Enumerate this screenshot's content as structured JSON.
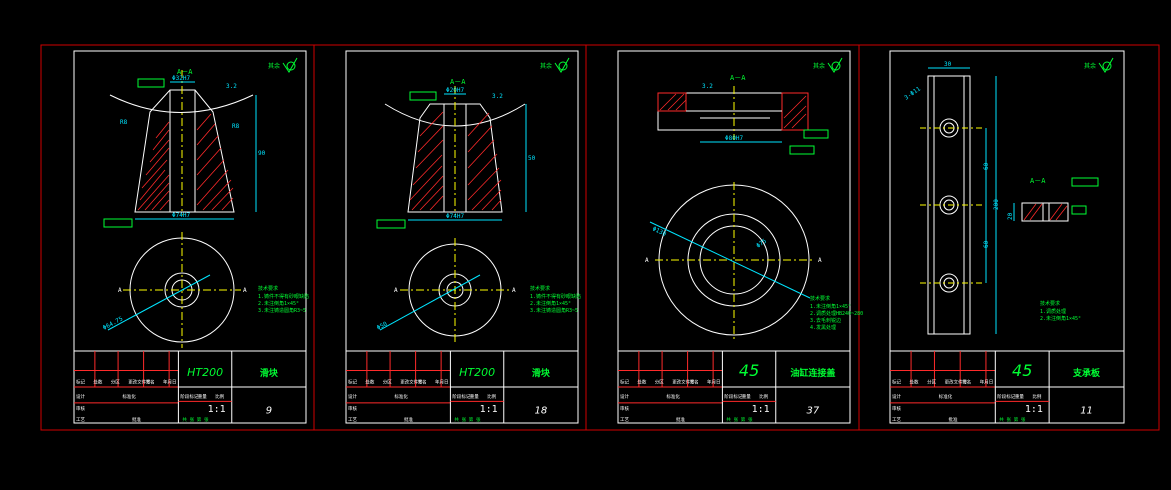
{
  "sheets": [
    {
      "material": "HT200",
      "part_name": "滑块",
      "number": "9",
      "scale": "1:1",
      "section_label": "A－A",
      "dims": {
        "top_width": "Φ32H7",
        "bottom_width": "Φ74H7",
        "height": "90",
        "r1": "R8",
        "r2": "R8",
        "rough": "3.2",
        "circle": "Φ64.75"
      },
      "note_title": "技术要求",
      "notes": [
        "1.铸件不得有砂眼缺陷",
        "2.未注倒角1×45°",
        "3.未注铸造圆角R3~5"
      ]
    },
    {
      "material": "HT200",
      "part_name": "滑块",
      "number": "18",
      "scale": "1:1",
      "section_label": "A－A",
      "dims": {
        "top_width": "Φ20H7",
        "bottom_width": "Φ74H7",
        "height": "50",
        "rough": "3.2",
        "circle": "Φ50"
      },
      "note_title": "技术要求",
      "notes": [
        "1.铸件不得有砂眼缺陷",
        "2.未注倒角1×45°",
        "3.未注铸造圆角R3~5"
      ]
    },
    {
      "material": "45",
      "part_name": "油缸连接盖",
      "number": "37",
      "scale": "1:1",
      "section_label": "A－A",
      "dims": {
        "outer": "Φ130",
        "inner": "Φ75",
        "bore": "Φ80H7",
        "rough": "3.2"
      },
      "note_title": "技术要求",
      "notes": [
        "1.未注倒角1×45°",
        "2.调质处理HB240~280",
        "3.去毛刺锐边",
        "4.发黑处理"
      ]
    },
    {
      "material": "45",
      "part_name": "支承板",
      "number": "11",
      "scale": "1:1",
      "section_label": "A－A",
      "dims": {
        "width": "30",
        "length": "200",
        "pitch1": "60",
        "pitch2": "60",
        "hole": "3-Φ11",
        "thick": "20"
      },
      "note_title": "技术要求",
      "notes": [
        "1.调质处理",
        "2.未注倒角1×45°"
      ]
    }
  ],
  "title_block": {
    "row1": [
      "标记",
      "处数",
      "分区",
      "更改文件号",
      "签名",
      "年月日"
    ],
    "row2": [
      "设计",
      "标准化",
      "阶段标记",
      "重量",
      "比例"
    ],
    "row3": [
      "审核"
    ],
    "row4": [
      "工艺",
      "批准",
      "共  张  第  张"
    ]
  },
  "colors": {
    "background": "#000000",
    "border": "#d00000",
    "geometry": "#ffffff",
    "dimension": "#00e5ff",
    "text": "#00ff33",
    "hatch": "#ff2a2a",
    "centerline": "#ffff00"
  }
}
